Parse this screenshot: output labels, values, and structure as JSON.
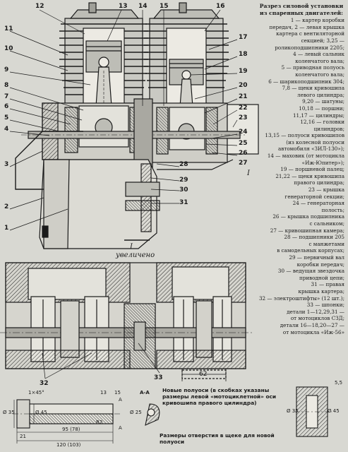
{
  "legend": {
    "title": "Разрез силовой установки из спаренных двигателей:",
    "lines": [
      "1 — картер коробки",
      "передач, 2 — левая крышка",
      "картера с вентиляторной",
      "секцией; 3,25 — роликоподшипники 2205;",
      "4 — левый сальник",
      "коленчатого вала;",
      "5 — приводная полуось",
      "коленчатого вала;",
      "6 — шарикоподшипник 304;",
      "7,8 — щеки кривошипа",
      "левого цилиндра;",
      "9,20 — шатуны;",
      "10,18 — поршни;",
      "11,17 — цилиндры;",
      "12,16 — головки",
      "цилиндров;",
      "13,15 — полуоси кривошипов (из колесной полуоси",
      "автомобиля «ЗИЛ-130»);",
      "14 — маховик (от мотоцикла",
      "«Иж-Юпитер»);",
      "19 — поршневой палец;",
      "21,22 — щеки кривошипа",
      "правого цилиндра;",
      "23 — крышка",
      "генераторной секции;",
      "24 — генераторная",
      "полость;",
      "26 — крышка подшипника",
      "с сальником;",
      "27 — кривошипная камера;",
      "28 — подшипники 205",
      "с манжетами",
      "в самодельных корпусах;",
      "29 — первичный вал",
      "коробки передач;",
      "30 — ведущая звездочка",
      "приводной цепи;",
      "31 — правая",
      "крышка картера;",
      "32 — электроштифты» (12 шт.);",
      "33 — шпонки;",
      "детали 1—12,29,31 —",
      "от мотоциклов СЗД;",
      "детали 16—18,20—27 —",
      "от мотоцикла «Иж-56»"
    ]
  },
  "callouts_left": [
    "12",
    "13",
    "11",
    "10",
    "9",
    "8",
    "7",
    "6",
    "5",
    "4",
    "3",
    "2",
    "1"
  ],
  "callouts_right": [
    "14",
    "15",
    "16",
    "17",
    "18",
    "19",
    "20",
    "21",
    "22",
    "23",
    "24",
    "25",
    "26",
    "27",
    "28",
    "29",
    "30",
    "31"
  ],
  "section_mark": "I",
  "section_mark_detail": "I",
  "detail_caption": "увеличено",
  "detail_callouts": [
    "32",
    "33"
  ],
  "dim_62": "62",
  "bottom": {
    "section_label": "А-А",
    "dim_chamfer": "1×45°",
    "dim_13": "13",
    "dim_15": "15",
    "dim_d35": "Ø 35",
    "dim_d45": "Ø 45",
    "dim_d25": "Ø 25",
    "dim_r2": "R2",
    "dim_a_top": "А",
    "dim_a_bottom": "А",
    "dim_21": "21",
    "dim_95": "95 (78)",
    "dim_120": "120 (103)",
    "caption_new_axle": "Новые полуоси (в скобках указаны размеры левой «мотоциклетной» оси кривошипа правого цилиндра)",
    "caption_hole": "Размеры отверстия в щеке для новой полуоси",
    "dim_5_5": "5,5",
    "dim_r_d35": "Ø 35",
    "dim_r_d45": "Ø 45"
  }
}
